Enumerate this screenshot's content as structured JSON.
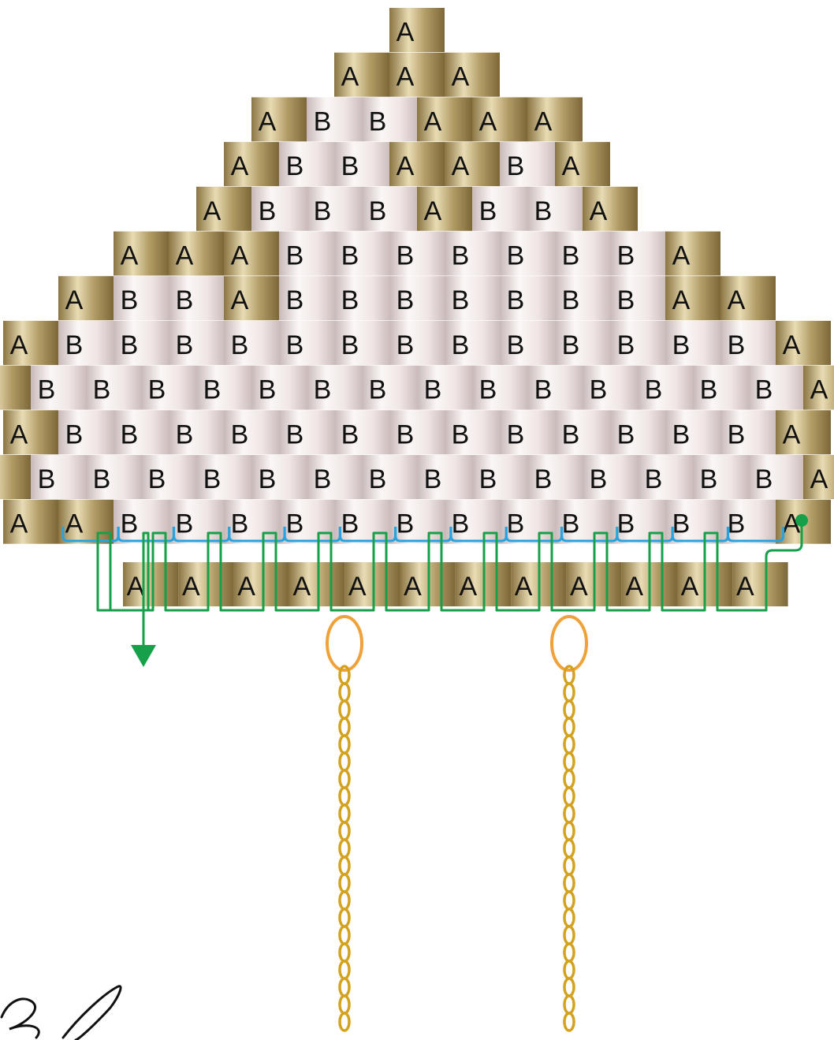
{
  "colors": {
    "bead_a_dark": "#8a7442",
    "bead_a_light": "#e9dcb4",
    "bead_b_edge": "#c9b9b9",
    "bead_b_light": "#fbf7f6",
    "thread_green": "#16a04a",
    "thread_blue": "#29a3dd",
    "jump_ring": "#f0a23a",
    "chain_gold": "#d4a21e"
  },
  "rows": [
    "A",
    "AAA",
    "ABBAAA",
    "ABBAABA",
    "ABBBABBA",
    "AAABBBBBBBA",
    "ABBABBBBBBBAA",
    "ABBBBBBBBBBBBBA",
    "ABBBBBBBBBBBBBBA",
    "ABBBBBBBBBBBBBA",
    "ABBBBBBBBBBBBBBA",
    "AABBBBBBBBBBBBA"
  ],
  "bottom_row": [
    "A",
    "A",
    "A",
    "A",
    "A",
    "A",
    "A",
    "A",
    "A",
    "A",
    "A",
    "A"
  ],
  "icons": {
    "thread_start": "green-dot-icon",
    "thread_end": "green-arrow-icon",
    "chain": "gold-chain-icon",
    "ring": "jump-ring-icon",
    "signature": "signature-logo"
  }
}
